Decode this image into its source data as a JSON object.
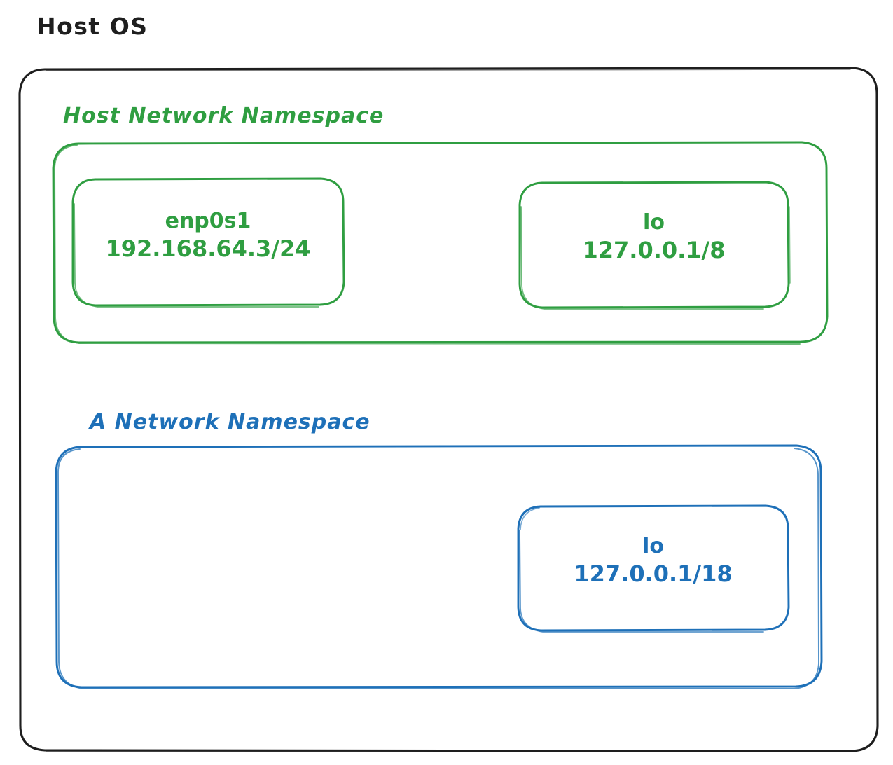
{
  "diagram": {
    "title": "Host OS",
    "colors": {
      "outline": "#1e1e1e",
      "host_namespace": "#2f9e41",
      "network_namespace": "#1e70b8",
      "background": "#ffffff"
    },
    "host_os_box": {
      "label": "Host OS",
      "namespaces": [
        {
          "name": "host-network-namespace",
          "label": "Host Network Namespace",
          "color": "#2f9e41",
          "interfaces": [
            {
              "name": "enp0s1-interface",
              "interface": "enp0s1",
              "address": "192.168.64.3/24"
            },
            {
              "name": "host-loopback-interface",
              "interface": "lo",
              "address": "127.0.0.1/8"
            }
          ]
        },
        {
          "name": "a-network-namespace",
          "label": "A Network Namespace",
          "color": "#1e70b8",
          "interfaces": [
            {
              "name": "ns-loopback-interface",
              "interface": "lo",
              "address": "127.0.0.1/18"
            }
          ]
        }
      ]
    }
  }
}
